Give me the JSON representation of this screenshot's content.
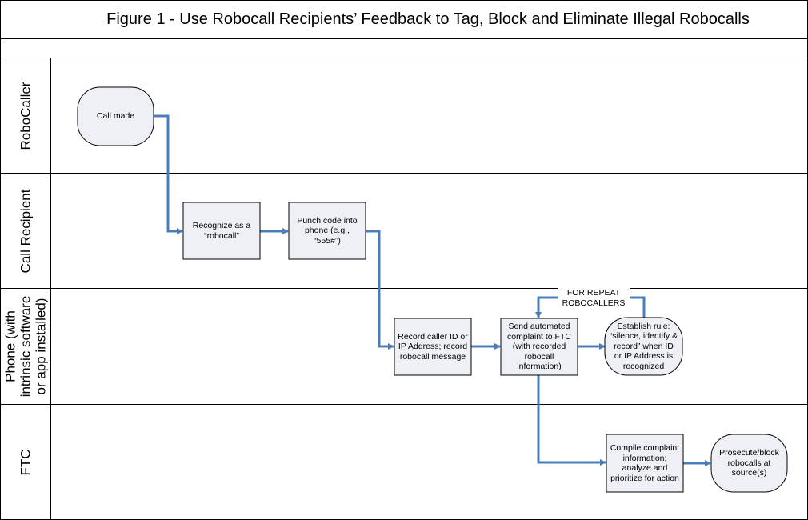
{
  "title": "Figure 1 - Use Robocall Recipients’ Feedback to Tag, Block and Eliminate Illegal Robocalls",
  "lanes": [
    {
      "label": "RoboCaller"
    },
    {
      "label": "Call Recipient"
    },
    {
      "label": "Phone (with\nintrinsic software\nor app installed)"
    },
    {
      "label": "FTC"
    }
  ],
  "nodes": {
    "call_made": "Call made",
    "recognize": "Recognize as a\n“robocall”",
    "punch_code": "Punch code into\nphone (e.g.,\n“555#”)",
    "record_caller": "Record caller ID or\nIP Address; record\nrobocall message",
    "send_complaint": "Send automated\ncomplaint to FTC\n(with recorded\nrobocall\ninformation)",
    "establish_rule": "Establish rule:\n“silence, identify &\nrecord”  when ID\nor IP Address is\nrecognized",
    "compile": "Compile complaint\ninformation;\nanalyze and\nprioritize for action",
    "prosecute": "Prosecute/block\nrobocalls at\nsource(s)"
  },
  "loop_note": "FOR REPEAT\nROBOCALLERS",
  "colors": {
    "connector": "#4a7ebb",
    "frame": "#000000",
    "process_fill": "#eef0f6",
    "terminal_fill": "#eef0f6"
  }
}
